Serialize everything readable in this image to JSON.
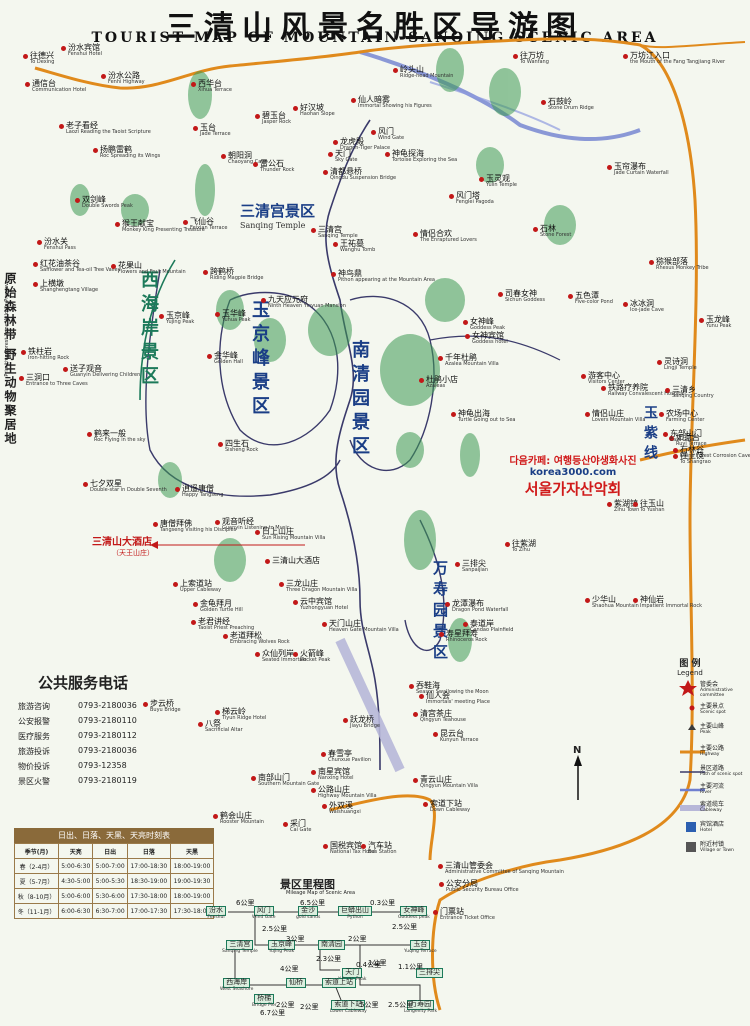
{
  "title": {
    "cn": "三清山风景名胜区导游图",
    "en": "TOURIST  MAP  OF  MOUNTAIN  SANQING  SCENIC AREA"
  },
  "side_caption": {
    "cn": "原始森林带 野生动物聚居地",
    "en": "Primitive Forest Zone  Wildlife Preserve"
  },
  "zones": {
    "sanqinggong": {
      "cn": "三清宫景区",
      "en": "Sanqing Temple"
    },
    "xihaian": "西海岸景区",
    "yujingfeng": "玉京峰景区",
    "nanqingyuan": "南清园景区",
    "wanshouyuan": {
      "cn": "万寿园景区",
      "en": "Longevity Park"
    },
    "yuzhuxian": "玉紫线"
  },
  "places": [
    {
      "cn": "往德兴",
      "en": "To Dexing"
    },
    {
      "cn": "汾水宾馆",
      "en": "Fenshui Hotel"
    },
    {
      "cn": "通信台",
      "en": "Communication Hotel"
    },
    {
      "cn": "汾水公路",
      "en": "Fenhi Highway"
    },
    {
      "cn": "西华台",
      "en": "Xihua Terrace"
    },
    {
      "cn": "岭头山",
      "en": "Ridge-head Mountain"
    },
    {
      "cn": "往万坊",
      "en": "To Wanfang"
    },
    {
      "cn": "万坊江入口",
      "en": "the Mouth of the Fang Tangjiang River"
    },
    {
      "cn": "仙人暗雾",
      "en": "Immortal Showing his Figures"
    },
    {
      "cn": "碧玉台",
      "en": "Jasper Rock"
    },
    {
      "cn": "好汉坡",
      "en": "Haohan Slope"
    },
    {
      "cn": "老子看经",
      "en": "Laozi Reading the Taoist Scripture"
    },
    {
      "cn": "玉台",
      "en": "Jade Terrace"
    },
    {
      "cn": "石鼓岭",
      "en": "Stone Drum Ridge"
    },
    {
      "cn": "扬鹏雷鹤",
      "en": "Roc Spreading its Wings"
    },
    {
      "cn": "朝阳洞",
      "en": "Chaoyang Cave"
    },
    {
      "cn": "雷公石",
      "en": "Thunder Rock"
    },
    {
      "cn": "天门",
      "en": "Sky Gate"
    },
    {
      "cn": "龙虎殿",
      "en": "Dragon-Tiger Palace"
    },
    {
      "cn": "风门",
      "en": "Wind Gate"
    },
    {
      "cn": "清都悬桥",
      "en": "Qingdu Suspension Bridge"
    },
    {
      "cn": "神龟探海",
      "en": "Tortoise Exploring the Sea"
    },
    {
      "cn": "玉灵观",
      "en": "Yulin Temple"
    },
    {
      "cn": "玉帘瀑布",
      "en": "Jade Curtain Waterfall"
    },
    {
      "cn": "双剑峰",
      "en": "Double Swords Peak"
    },
    {
      "cn": "猴王献宝",
      "en": "Monkey King Presenting Treasure"
    },
    {
      "cn": "飞仙谷",
      "en": "Feixian Terrace"
    },
    {
      "cn": "风门塔",
      "en": "Fenglei Pagoda"
    },
    {
      "cn": "石林",
      "en": "Stone Forest"
    },
    {
      "cn": "汾水关",
      "en": "Fenshui Pass"
    },
    {
      "cn": "红花油茶谷",
      "en": "Safflower and Tea-oil Tree Valley"
    },
    {
      "cn": "花果山",
      "en": "Flowers and Fruit Mountain"
    },
    {
      "cn": "三清宫",
      "en": "Sanqing Temple"
    },
    {
      "cn": "王祐墓",
      "en": "Wanghu Tomb"
    },
    {
      "cn": "情侣合欢",
      "en": "The Enraptured Lovers"
    },
    {
      "cn": "猕猴部落",
      "en": "Rhesus Monkey Tribe"
    },
    {
      "cn": "上横墩",
      "en": "Shanghengtang Village"
    },
    {
      "cn": "跨鹤桥",
      "en": "Riding Magpie Bridge"
    },
    {
      "cn": "九天应元府",
      "en": "Ninth Heaven Yinyuan Mansion"
    },
    {
      "cn": "神鸟鼎",
      "en": "Pithon appearing at the Mountain Area"
    },
    {
      "cn": "司春女神",
      "en": "Sichun Goddess"
    },
    {
      "cn": "五色潭",
      "en": "Five-color Pond"
    },
    {
      "cn": "冰冰洞",
      "en": "Ice-jade Cave"
    },
    {
      "cn": "玉京峰",
      "en": "Yujing Peak"
    },
    {
      "cn": "玉华峰",
      "en": "Yuhua Peak"
    },
    {
      "cn": "金华峰",
      "en": "Golden Hall"
    },
    {
      "cn": "女神峰",
      "en": "Goddess Peak"
    },
    {
      "cn": "女神宾馆",
      "en": "Goddess hotel"
    },
    {
      "cn": "千年杜鹃",
      "en": "Azalea Mountain Villa"
    },
    {
      "cn": "灵诗洞",
      "en": "Lingji Temple"
    },
    {
      "cn": "玉龙峰",
      "en": "Yunu Peak"
    },
    {
      "cn": "铁柱岩",
      "en": "Iron-hitting Rock"
    },
    {
      "cn": "三洞口",
      "en": "Entrance to Three Caves"
    },
    {
      "cn": "送子观音",
      "en": "Guanyin Delivering Children"
    },
    {
      "cn": "杜鹃小店",
      "en": "Azaleas"
    },
    {
      "cn": "游客中心",
      "en": "Visitors Center"
    },
    {
      "cn": "铁路疗养院",
      "en": "Railway Convalescent Hospital"
    },
    {
      "cn": "三清乡",
      "en": "Sanqing Country"
    },
    {
      "cn": "情侣山庄",
      "en": "Lovers Mountain Villa"
    },
    {
      "cn": "农场中心",
      "en": "Farming Center"
    },
    {
      "cn": "神龟出海",
      "en": "Turtle Going out to Sea"
    },
    {
      "cn": "如意台",
      "en": "Ruyi Terrace"
    },
    {
      "cn": "东部山门",
      "en": "East Gate"
    },
    {
      "cn": "鹤来一般",
      "en": "Roc Flying in the sky"
    },
    {
      "cn": "七夕双星",
      "en": "Double-star in Double Seventh"
    },
    {
      "cn": "四生石",
      "en": "Sisheng Rock"
    },
    {
      "cn": "逍遥唐僧",
      "en": "Happy Tangseng"
    },
    {
      "cn": "观音听经",
      "en": "Guanyin Listening to Music"
    },
    {
      "cn": "紫湖镇",
      "en": "Zihu Town"
    },
    {
      "cn": "唐僧拜佛",
      "en": "Tangseng Visiting his Disciples"
    },
    {
      "cn": "日上山庄",
      "en": "Sun Rising Mountain Villa"
    },
    {
      "cn": "三清山大酒店",
      "en": ""
    },
    {
      "cn": "三龙山庄",
      "en": "Three Dragon Mountain Villa"
    },
    {
      "cn": "云中宾馆",
      "en": "Yuzhongyuan Hotel"
    },
    {
      "cn": "天门山庄",
      "en": "Heaven Gate Mountain Villa"
    },
    {
      "cn": "上索道站",
      "en": "Upper Cableway"
    },
    {
      "cn": "金龟拜月",
      "en": "Golden Turtle Hill"
    },
    {
      "cn": "老君讲经",
      "en": "Taoist Priest Preaching"
    },
    {
      "cn": "老道拜松",
      "en": "Embracing Wolves Rock"
    },
    {
      "cn": "众仙列岸",
      "en": "Seated Immortals"
    },
    {
      "cn": "火箭峰",
      "en": "Rocket Peak"
    },
    {
      "cn": "梯云岭",
      "en": "Tiyun Ridge Hotel"
    },
    {
      "cn": "八祭",
      "en": "Sacrificial Altar"
    },
    {
      "cn": "龙潭瀑布",
      "en": "Dragon Pond Waterfall"
    },
    {
      "cn": "寿星拜寿",
      "en": "Rhinoceros Rock"
    },
    {
      "cn": "吞鞋海",
      "en": "Season Swallowing the Moon"
    },
    {
      "cn": "仙人会",
      "en": "Immortals' meeting Place"
    },
    {
      "cn": "清宫茶庄",
      "en": "Qingyun Teahouse"
    },
    {
      "cn": "昆云台",
      "en": "Kunyun Terrace"
    },
    {
      "cn": "跃龙桥",
      "en": "Jiayu Bridge"
    },
    {
      "cn": "春雪亭",
      "en": "Chunxue Pavilion"
    },
    {
      "cn": "南星宾馆",
      "en": "Nanxing Hotel"
    },
    {
      "cn": "公路山庄",
      "en": "Highway Mountain Villa"
    },
    {
      "cn": "青云山庄",
      "en": "Qingyun Mountain Villa"
    },
    {
      "cn": "索道下站",
      "en": "Down Cableway"
    },
    {
      "cn": "外双溪",
      "en": "Waishuangxi"
    },
    {
      "cn": "南部山门",
      "en": "Southern Mountain Gate"
    },
    {
      "cn": "鹤会山庄",
      "en": "Rooster Mountain"
    },
    {
      "cn": "采门",
      "en": "Cai Gate"
    },
    {
      "cn": "国税宾馆",
      "en": "National Tax Hotel"
    },
    {
      "cn": "汽车站",
      "en": "Bus Station"
    },
    {
      "cn": "三清山管委会",
      "en": "Administrative Committee of Sanqing Mountain"
    },
    {
      "cn": "公安分局",
      "en": "Public Security Bureau Office"
    },
    {
      "cn": "门票站",
      "en": "Entrance Ticket Office"
    },
    {
      "cn": "神仙岩",
      "en": "Impatient Immortal Rock"
    },
    {
      "cn": "少华山",
      "en": "Shaohua Mountain"
    },
    {
      "cn": "石林谷",
      "en": "Stone Forest Corrosion Cave"
    },
    {
      "cn": "往玉山",
      "en": "To Yushan"
    },
    {
      "cn": "往上饶",
      "en": "To Shangrao"
    },
    {
      "cn": "往紫湖",
      "en": "To Zihu"
    },
    {
      "cn": "三排尖",
      "en": "Sanpaijian"
    },
    {
      "cn": "泰道岸",
      "en": "Candao Plainfield"
    },
    {
      "cn": "步云桥",
      "en": "Buyu Bridge"
    }
  ],
  "hotel_callout": {
    "cn": "三清山大酒店",
    "sub": "（天王山庄）"
  },
  "ad": {
    "line1": "다음카페: 여행등산야생화사진",
    "line2": "korea3000.com",
    "line3": "서울가자산악회"
  },
  "phone": {
    "title": "公共服务电话",
    "rows": [
      {
        "label": "旅游咨询",
        "number": "0793-2180036"
      },
      {
        "label": "公安报警",
        "number": "0793-2180110"
      },
      {
        "label": "医疗服务",
        "number": "0793-2180112"
      },
      {
        "label": "旅游投诉",
        "number": "0793-2180036"
      },
      {
        "label": "物价投诉",
        "number": "0793-12358"
      },
      {
        "label": "景区火警",
        "number": "0793-2180119"
      }
    ]
  },
  "schedule": {
    "title": "日出、日落、天黑、天亮时刻表",
    "head": [
      "季节(月)",
      "天亮",
      "日出",
      "日落",
      "天黑"
    ],
    "rows": [
      [
        "春（2-4月）",
        "5:00-6:30",
        "5:00-7:00",
        "17:00-18:30",
        "18:00-19:00"
      ],
      [
        "夏（5-7月）",
        "4:30-5:00",
        "5:00-5:30",
        "18:30-19:00",
        "19:00-19:30"
      ],
      [
        "秋（8-10月）",
        "5:00-6:00",
        "5:30-6:00",
        "17:30-18:00",
        "18:00-19:00"
      ],
      [
        "冬（11-1月）",
        "6:00-6:30",
        "6:30-7:00",
        "17:00-17:30",
        "17:30-18:00"
      ]
    ]
  },
  "mileage": {
    "title": "景区里程图",
    "subtitle": "Mileage Map of Scenic Area",
    "nodes": [
      {
        "cn": "汾水",
        "en": "Fenshui"
      },
      {
        "cn": "风门",
        "en": "Wind Gate"
      },
      {
        "cn": "金沙",
        "en": "gold sands"
      },
      {
        "cn": "巨蟒出山",
        "en": "Python"
      },
      {
        "cn": "女神峰",
        "en": "Goddess peak"
      },
      {
        "cn": "三清宫",
        "en": "Sanqing Temple"
      },
      {
        "cn": "玉京峰",
        "en": "Yujing Peak"
      },
      {
        "cn": "西海岸",
        "en": "West Seashore"
      },
      {
        "cn": "南清园",
        "en": ""
      },
      {
        "cn": "天门",
        "en": "Yuhuan Peak"
      },
      {
        "cn": "玉台",
        "en": "Yuqing Terrace"
      },
      {
        "cn": "索道下站",
        "en": "Lower Cableway"
      },
      {
        "cn": "三排尖",
        "en": ""
      },
      {
        "cn": "万寿园",
        "en": "Longevity Park"
      },
      {
        "cn": "桥梯",
        "en": "Bridge Pier"
      },
      {
        "cn": "仙桥",
        "en": ""
      },
      {
        "cn": "索道上站",
        "en": ""
      }
    ],
    "distances": [
      "6公里",
      "2.5公里",
      "6.5公里",
      "0.3公里",
      "2.5公里",
      "3公里",
      "2公里",
      "1公里",
      "4公里",
      "2.3公里",
      "0.4公里",
      "2公里",
      "1.1公里",
      "2.5公里",
      "6.7公里",
      "2公里",
      "5公里"
    ]
  },
  "legend": {
    "title": "图 例",
    "subtitle": "Legend",
    "items": [
      {
        "cn": "管委会",
        "en": "Administrative committee"
      },
      {
        "cn": "主要景点",
        "en": "Scenic spot"
      },
      {
        "cn": "主要山峰",
        "en": "Peak"
      },
      {
        "cn": "主要公路",
        "en": "Highway"
      },
      {
        "cn": "景区道路",
        "en": "Path of scenic spot"
      },
      {
        "cn": "主要河流",
        "en": "River"
      },
      {
        "cn": "索道缆车",
        "en": "Cableway"
      },
      {
        "cn": "宾馆酒店",
        "en": "Hotel"
      },
      {
        "cn": "附近村镇",
        "en": "Village or Town"
      }
    ]
  },
  "compass": "N",
  "colors": {
    "highway": "#e08a1c",
    "path": "#3a3a6a",
    "river": "#6f7fd0",
    "cableway": "#b7b7d8",
    "marker": "#c21818",
    "zone_text": "#1a3e86"
  }
}
